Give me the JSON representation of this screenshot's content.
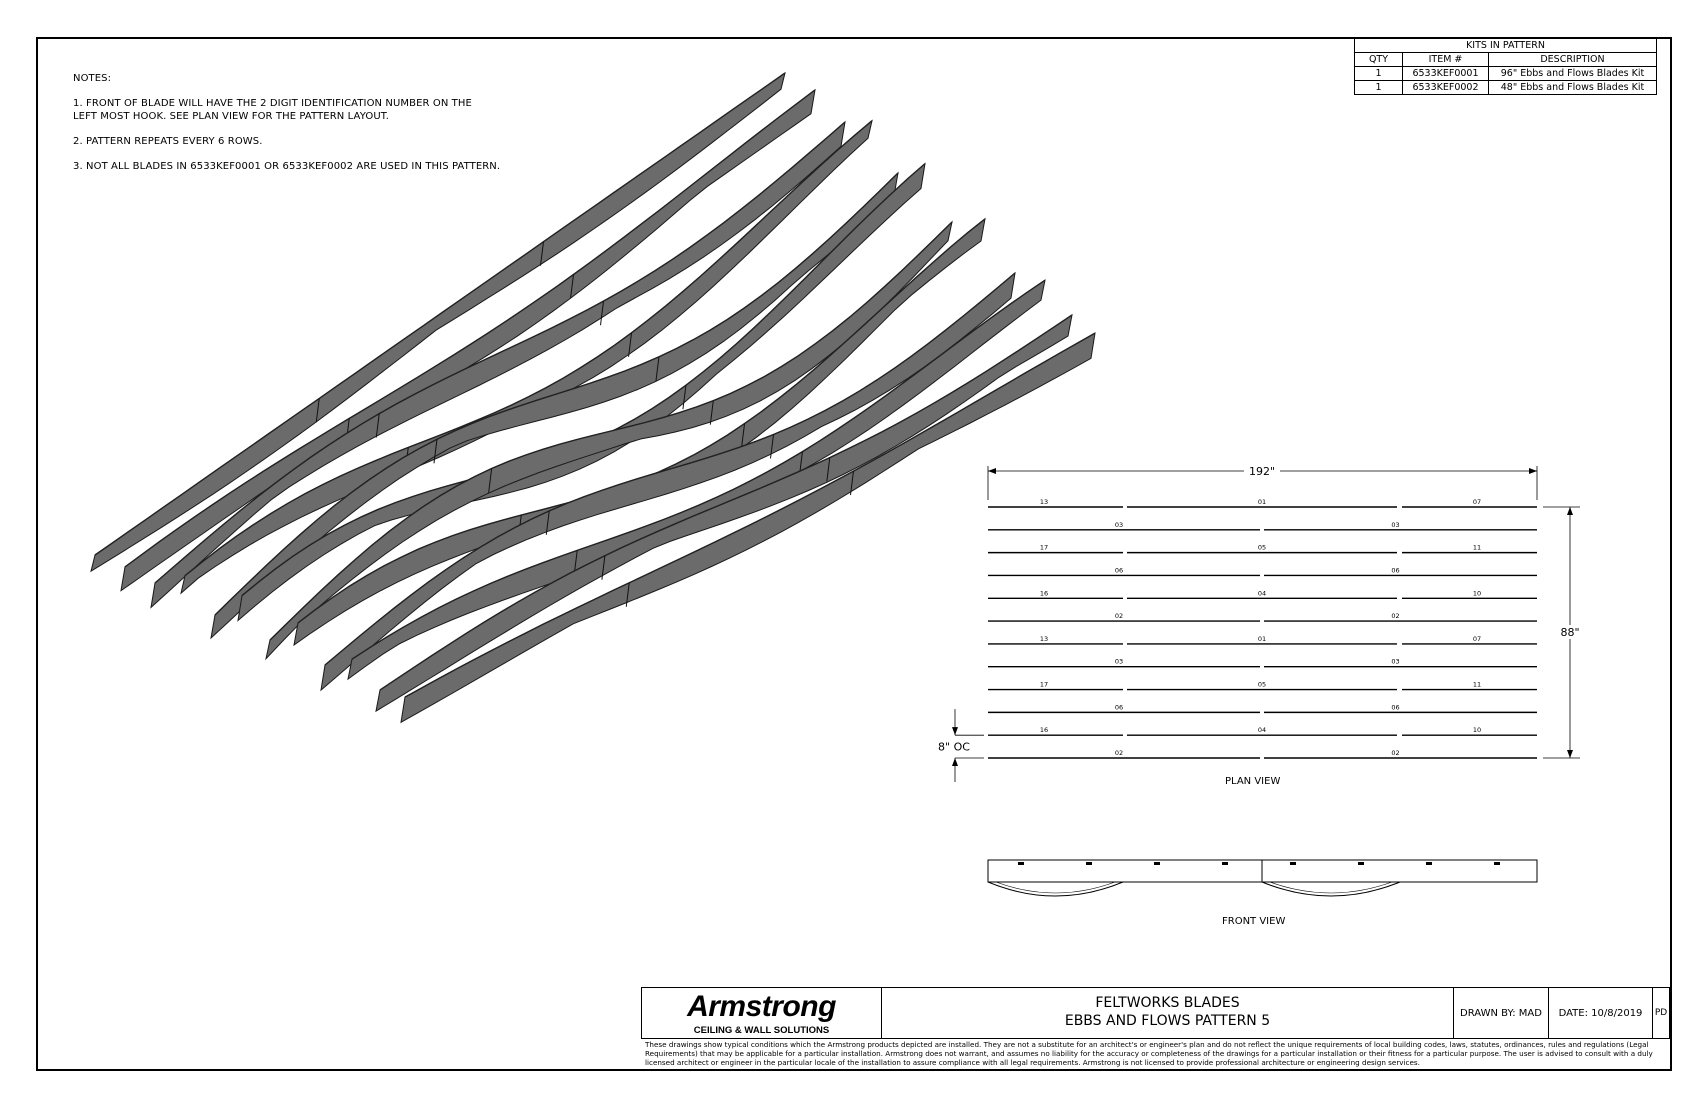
{
  "notes": {
    "heading": "NOTES:",
    "items": [
      "1. FRONT OF BLADE WILL HAVE THE 2 DIGIT IDENTIFICATION NUMBER ON THE LEFT MOST HOOK. SEE PLAN VIEW FOR THE PATTERN LAYOUT.",
      "2. PATTERN REPEATS EVERY 6 ROWS.",
      "3. NOT ALL BLADES IN 6533KEF0001 OR 6533KEF0002 ARE USED IN THIS PATTERN."
    ]
  },
  "kits": {
    "caption": "KITS IN PATTERN",
    "headers": [
      "QTY",
      "ITEM #",
      "DESCRIPTION"
    ],
    "rows": [
      [
        "1",
        "6533KEF0001",
        "96\" Ebbs and Flows Blades Kit"
      ],
      [
        "1",
        "6533KEF0002",
        "48\" Ebbs and Flows Blades Kit"
      ]
    ]
  },
  "plan_view": {
    "width_dim": "192\"",
    "height_dim": "88\"",
    "spacing_dim": "8\" OC",
    "caption": "PLAN VIEW",
    "rows": [
      [
        "13",
        "01",
        "07"
      ],
      [
        "03",
        "03"
      ],
      [
        "17",
        "05",
        "11"
      ],
      [
        "06",
        "06"
      ],
      [
        "16",
        "04",
        "10"
      ],
      [
        "02",
        "02"
      ],
      [
        "13",
        "01",
        "07"
      ],
      [
        "03",
        "03"
      ],
      [
        "17",
        "05",
        "11"
      ],
      [
        "06",
        "06"
      ],
      [
        "16",
        "04",
        "10"
      ],
      [
        "02",
        "02"
      ]
    ]
  },
  "front_view": {
    "caption": "FRONT VIEW"
  },
  "title_block": {
    "logo_word": "Armstrong",
    "logo_sub": "CEILING & WALL SOLUTIONS",
    "title_line1": "FELTWORKS BLADES",
    "title_line2": "EBBS AND FLOWS PATTERN 5",
    "drawn_by": "DRAWN BY:  MAD",
    "date": "DATE: 10/8/2019",
    "sheet": "PD",
    "disclaimer": "These drawings show typical conditions which the Armstrong products depicted are installed.  They are not a substitute for an architect's or engineer's plan and do not reflect the unique requirements of local building codes, laws, statutes, ordinances, rules and regulations (Legal Requirements) that may be applicable for a particular installation. Armstrong does not warrant, and assumes no liability for the accuracy or completeness of the drawings for a particular installation or their fitness for a particular purpose. The user is advised to consult with a duly licensed architect or engineer in the particular locale of the installation to assure compliance with all legal requirements. Armstrong is not licensed to provide professional architecture or engineering design services."
  }
}
